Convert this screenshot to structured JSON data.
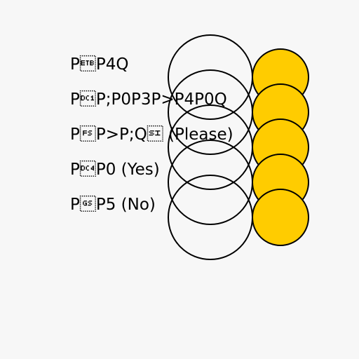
{
  "labels": [
    "P\u0017P4Q",
    "P\u0011P;P0P3P>P4P0Q",
    "P\u001cP>P;Q\u000f (Please)",
    "P\u0014P0 (Yes)",
    "P\u001dP5 (No)"
  ],
  "colors": {
    "background": "#f7f7f7",
    "filled_circle": "#ffcc00",
    "outline": "#000000"
  }
}
